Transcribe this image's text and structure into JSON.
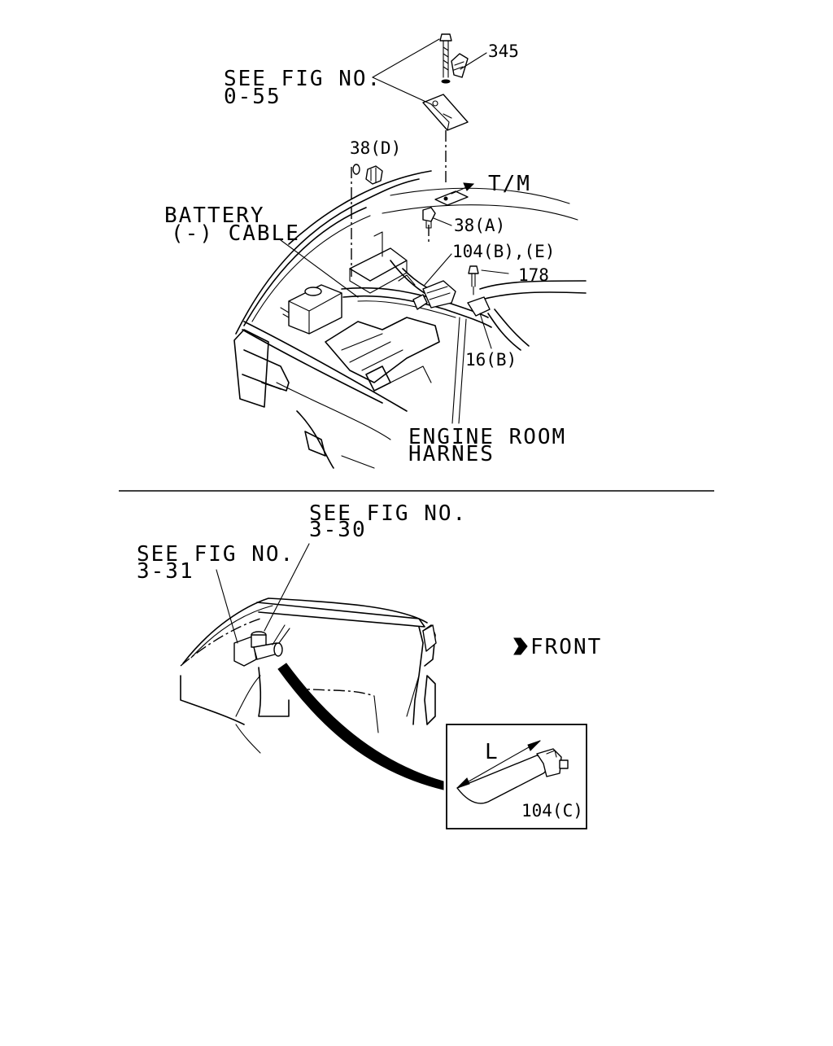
{
  "upper": {
    "see_fig_top_line1": "SEE FIG NO.",
    "see_fig_top_line2": "0-55",
    "callout_345": "345",
    "callout_38d": "38(D)",
    "callout_tm": "T/M",
    "battery_line1": "BATTERY",
    "battery_line2": "(-) CABLE",
    "callout_38a": "38(A)",
    "callout_104be": "104(B),(E)",
    "callout_178": "178",
    "callout_16b": "16(B)",
    "harness_line1": "ENGINE ROOM",
    "harness_line2": "HARNES"
  },
  "lower": {
    "see_fig_a_line1": "SEE FIG NO.",
    "see_fig_a_line2": "3-30",
    "see_fig_b_line1": "SEE FIG NO.",
    "see_fig_b_line2": "3-31",
    "front_label": "FRONT",
    "front_icon": "front-arrow-icon",
    "detail_dim": "L",
    "detail_part": "104(C)"
  }
}
